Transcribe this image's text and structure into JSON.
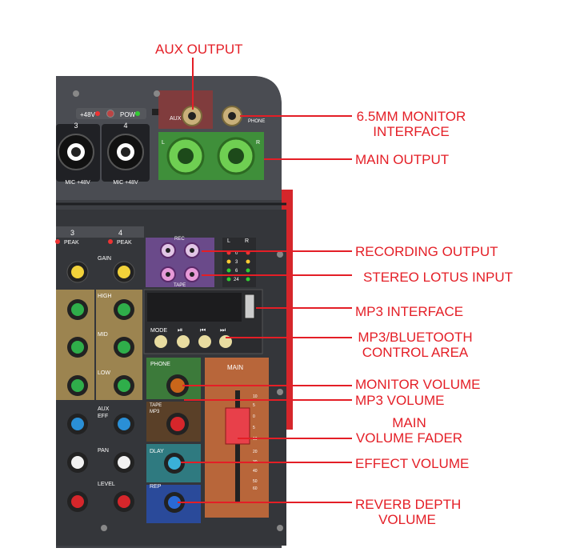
{
  "callouts": {
    "aux_output": "AUX OUTPUT",
    "monitor_interface_line1": "6.5MM MONITOR",
    "monitor_interface_line2": "INTERFACE",
    "main_output": "MAIN OUTPUT",
    "recording_output": "RECORDING OUTPUT",
    "stereo_lotus_input": "STEREO LOTUS INPUT",
    "mp3_interface": "MP3 INTERFACE",
    "mp3_bt_line1": "MP3/BLUETOOTH",
    "mp3_bt_line2": "CONTROL AREA",
    "monitor_volume": "MONITOR VOLUME",
    "mp3_volume": "MP3 VOLUME",
    "main_fader_line1": "MAIN",
    "main_fader_line2": "VOLUME FADER",
    "effect_volume": "EFFECT VOLUME",
    "reverb_line1": "REVERB DEPTH",
    "reverb_line2": "VOLUME"
  },
  "panel": {
    "plus48v": "+48V",
    "pow": "POW",
    "aux": "AUX",
    "phone": "PHONE",
    "ch3": "3",
    "ch4": "4",
    "mic_label": "MIC +48V",
    "peak": "PEAK",
    "gain": "GAIN",
    "high": "HIGH",
    "mid": "MID",
    "low": "LOW",
    "aux_eff_1": "AUX",
    "aux_eff_2": "EFF",
    "pan": "PAN",
    "level": "LEVEL",
    "rec": "REC",
    "tape": "TAPE",
    "left": "L",
    "right": "R",
    "mode": "MODE",
    "play": "⏯",
    "prev": "⏮",
    "next": "⏭",
    "phone_knob": "PHONE",
    "tape_mp3_1": "TAPE",
    "tape_mp3_2": "MP3",
    "dlay": "DLAY",
    "rep": "REP",
    "main": "MAIN",
    "meter_levels": [
      "0",
      "3",
      "6",
      "24"
    ],
    "fader_scale": [
      "10",
      "5",
      "0",
      "5",
      "10",
      "20",
      "30",
      "40",
      "50",
      "60"
    ]
  },
  "colors": {
    "callout": "#e41e26",
    "panel": "#3a3c40",
    "knob_yellow": "#f2d23a",
    "knob_green": "#2fae4a",
    "knob_blue": "#2a8fd6",
    "knob_white": "#f2f2f2",
    "knob_red": "#d6262b",
    "knob_orange": "#c9661a"
  }
}
